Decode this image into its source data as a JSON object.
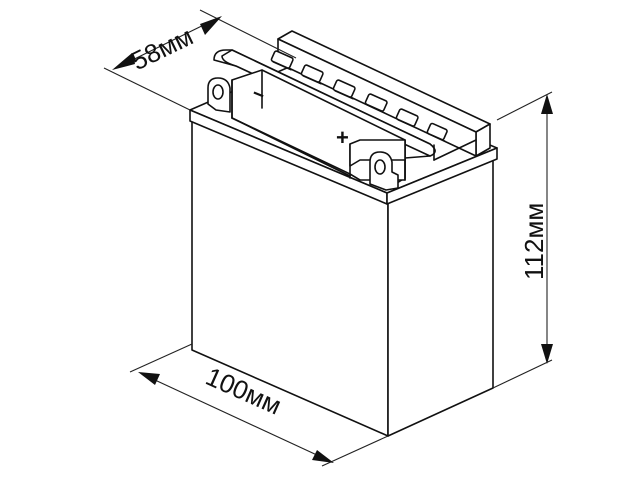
{
  "diagram": {
    "subject": "battery",
    "dimensions": {
      "depth": {
        "label": "58мм"
      },
      "length": {
        "label": "100мм"
      },
      "height": {
        "label": "112мм"
      }
    },
    "terminals": {
      "negative_symbol": "−",
      "positive_symbol": "+"
    },
    "vent_caps_count": 6,
    "colors": {
      "line": "#111111",
      "background": "#ffffff"
    }
  }
}
